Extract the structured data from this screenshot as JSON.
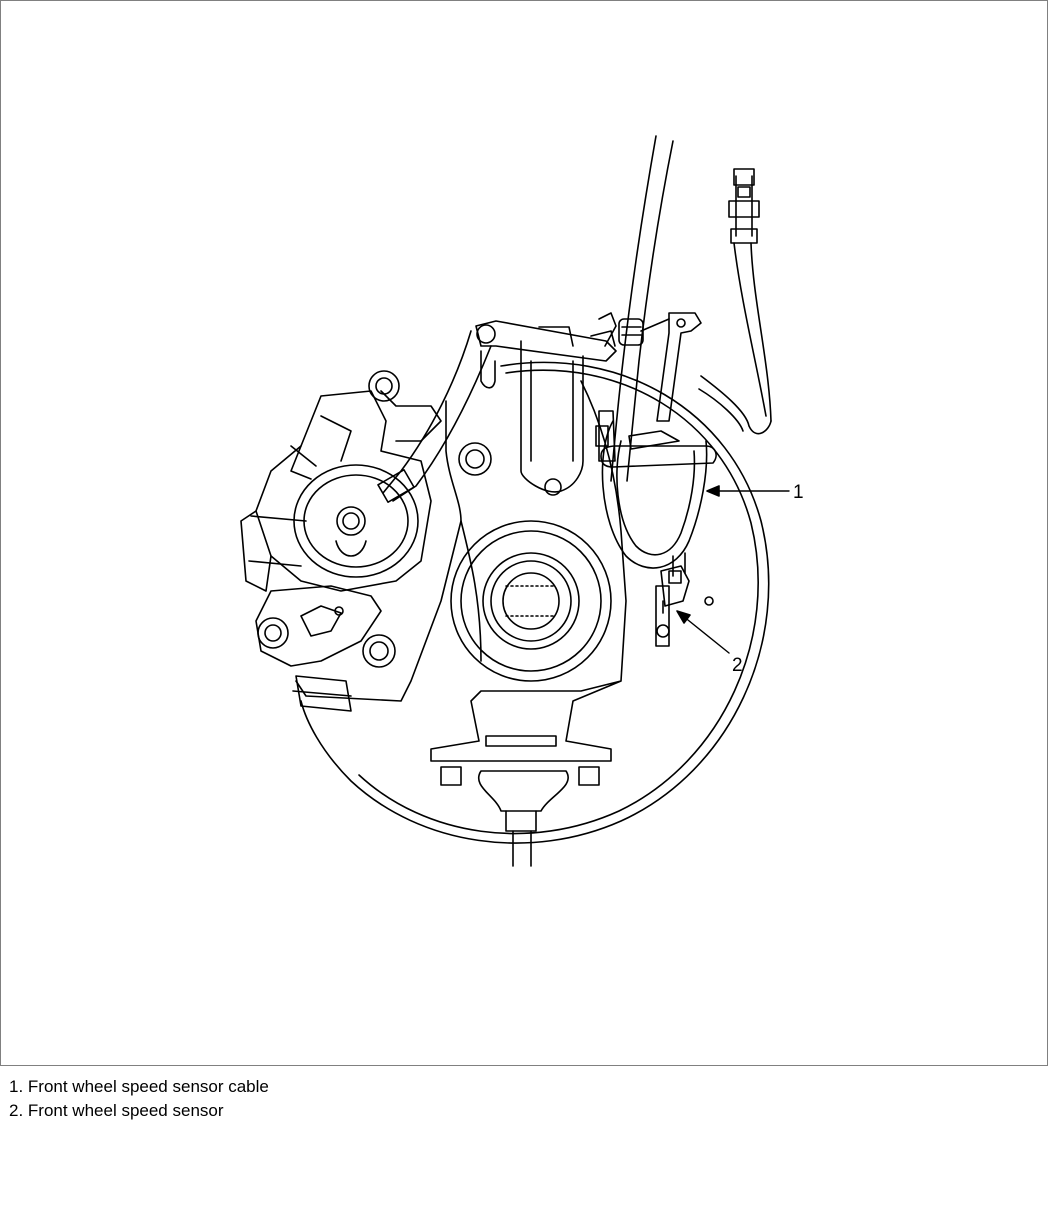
{
  "figure": {
    "callouts": [
      {
        "number": "1"
      },
      {
        "number": "2"
      }
    ]
  },
  "legend": {
    "items": [
      {
        "text": "1. Front wheel speed sensor cable"
      },
      {
        "text": "2. Front wheel speed sensor"
      }
    ]
  }
}
